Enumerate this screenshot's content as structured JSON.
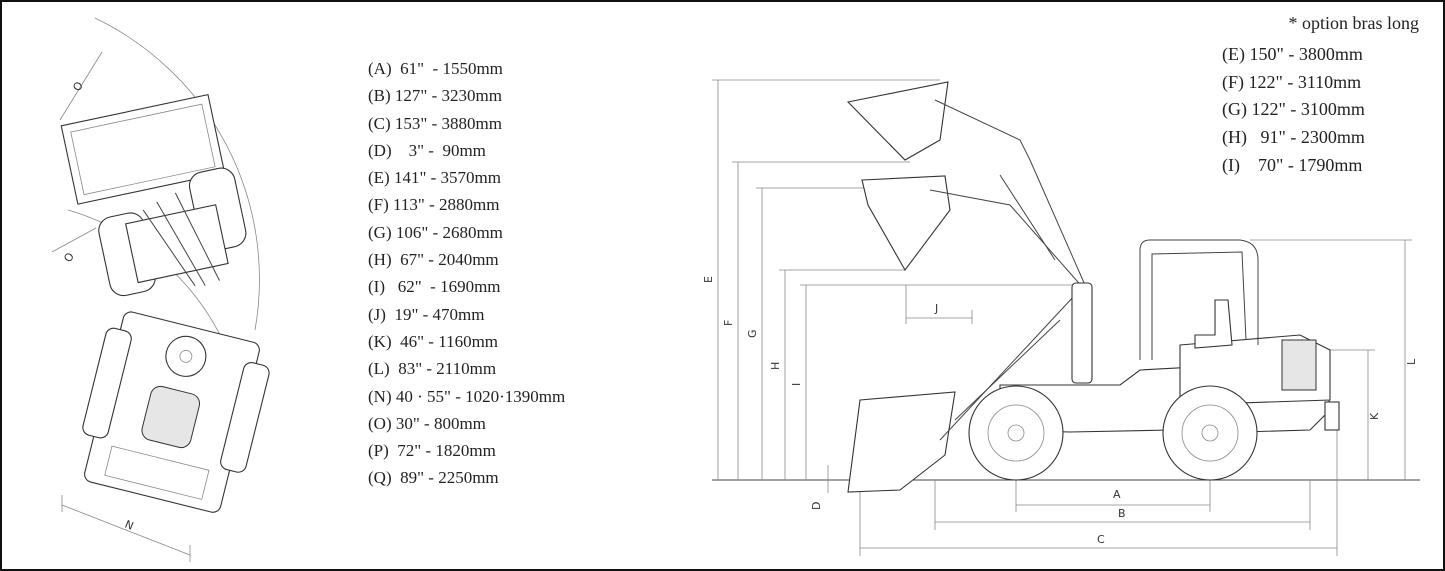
{
  "specs": [
    "(A)  61\"  - 1550mm",
    "(B) 127\" - 3230mm",
    "(C) 153\" - 3880mm",
    "(D)    3\" -  90mm",
    "(E) 141\" - 3570mm",
    "(F) 113\" - 2880mm",
    "(G) 106\" - 2680mm",
    "(H)  67\" - 2040mm",
    "(I)   62\"  - 1690mm",
    "(J)  19\" - 470mm",
    "(K)  46\" - 1160mm",
    "(L)  83\" - 2110mm",
    "(N) 40 · 55\" - 1020·1390mm",
    "(O) 30\" - 800mm",
    "(P)  72\" - 1820mm",
    "(Q)  89\" - 2250mm"
  ],
  "option": {
    "title": "* option bras long",
    "specs": [
      "(E) 150\" - 3800mm",
      "(F) 122\" - 3110mm",
      "(G) 122\" - 3100mm",
      "(H)   91\" - 2300mm",
      "(I)    70\" - 1790mm"
    ]
  },
  "labels": {
    "A": "A",
    "B": "B",
    "C": "C",
    "D": "D",
    "E": "E",
    "F": "F",
    "G": "G",
    "H": "H",
    "I": "I",
    "J": "J",
    "K": "K",
    "L": "L",
    "N": "N",
    "O": "O"
  }
}
